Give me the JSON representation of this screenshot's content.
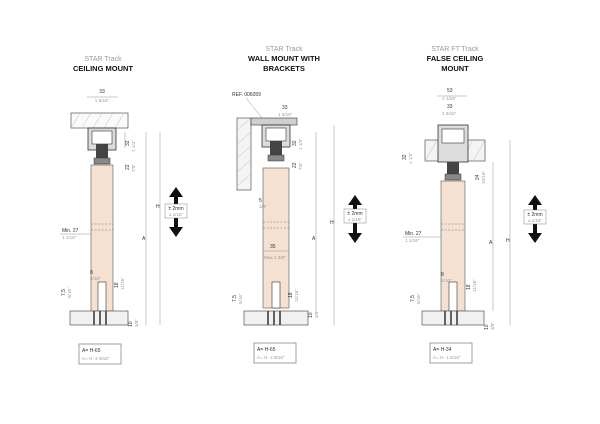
{
  "panels": [
    {
      "subtitle": "STAR Track",
      "title_lines": [
        "CEILING MOUNT"
      ],
      "ref": "",
      "dims": {
        "top_mm": "33",
        "top_in": "1 5/16\"",
        "track_mm": "32",
        "track_in": "1 1/4\"",
        "gap_mm": "22",
        "gap_in": "7/8\"",
        "h": "H",
        "a": "A",
        "min_mm": "Min. 27",
        "min_in": "1 1/16\"",
        "guide_mm": "8",
        "guide_in": "5/16\"",
        "floor_mm": "18",
        "floor_in": "11/16\"",
        "bot_mm": "7,5",
        "bot_in": "5/16\"",
        "base_mm": "10",
        "base_in": "3/8\""
      },
      "tolerance_mm": "± 2mm",
      "tolerance_in": "± 1/16\"",
      "formula_mm": "A= H-65",
      "formula_in": "A= H- 2 9/16\""
    },
    {
      "subtitle": "STAR Track",
      "title_lines": [
        "WALL MOUNT WITH",
        "BRACKETS"
      ],
      "ref": "REF. 006059",
      "dims": {
        "top_mm": "33",
        "top_in": "1 5/16\"",
        "track_mm": "32",
        "track_in": "1 1/4\"",
        "gap_mm": "22",
        "gap_in": "7/8\"",
        "side_mm": "5",
        "side_in": "1/8\"",
        "width_mm": "35",
        "width_in": "Max.1 3/8\"",
        "h": "H",
        "a": "A",
        "floor_mm": "18",
        "floor_in": "11/16\"",
        "bot_mm": "7,5",
        "bot_in": "5/16\"",
        "base_mm": "10",
        "base_in": "3/8\""
      },
      "tolerance_mm": "± 2mm",
      "tolerance_in": "± 1/16\"",
      "formula_mm": "A= H-65",
      "formula_in": "A= H- 2 9/16\""
    },
    {
      "subtitle": "STAR FT Track",
      "title_lines": [
        "FALSE CEILING",
        "MOUNT"
      ],
      "ref": "",
      "dims": {
        "top_mm": "53",
        "top_in": "2 1/16\"",
        "inner_mm": "33",
        "inner_in": "1 5/16\"",
        "depth_mm": "32",
        "depth_in": "1 1/4\"",
        "gap_mm": "24",
        "gap_in": "15/16\"",
        "h": "H",
        "a": "A",
        "min_mm": "Min. 27",
        "min_in": "1 1/16\"",
        "guide_mm": "8",
        "guide_in": "5/16\"",
        "floor_mm": "18",
        "floor_in": "11/16\"",
        "bot_mm": "7,5",
        "bot_in": "5/16\"",
        "base_mm": "10",
        "base_in": "3/8\""
      },
      "tolerance_mm": "± 2mm",
      "tolerance_in": "± 1/16\"",
      "formula_mm": "A= H-34",
      "formula_in": "A= H- 1 5/16\""
    }
  ],
  "icons": {
    "up_down_arrow": "double-arrow-up-down-icon"
  }
}
